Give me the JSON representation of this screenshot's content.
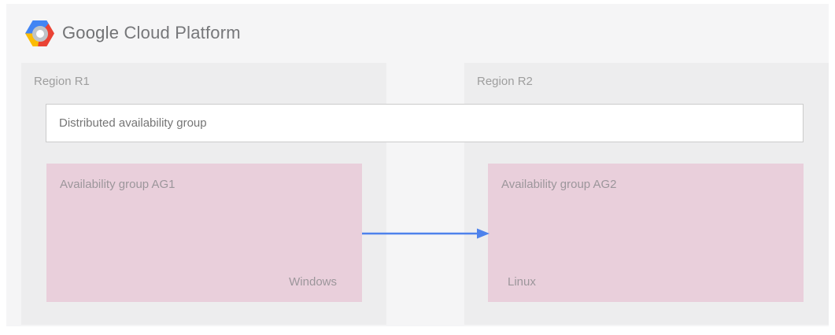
{
  "header": {
    "brand": "Google Cloud Platform",
    "brand_primary": "Google",
    "brand_secondary": "Cloud Platform"
  },
  "distributed_group": {
    "label": "Distributed availability group"
  },
  "regions": [
    {
      "label": "Region R1",
      "availability_group": {
        "label": "Availability group AG1",
        "platform": "Windows"
      }
    },
    {
      "label": "Region R2",
      "availability_group": {
        "label": "Availability group AG2",
        "platform": "Linux"
      }
    }
  ],
  "arrow": {
    "from": "Availability group AG1",
    "to": "Availability group AG2",
    "direction": "left-to-right",
    "color": "#4e82ec"
  },
  "icons": {
    "logo": "gcp-hexagon-logo"
  },
  "colors": {
    "canvas_bg": "#f5f5f6",
    "region_bg": "#ededee",
    "availability_group_bg": "#e9cfdb",
    "distributed_box_bg": "#ffffff",
    "distributed_box_border": "#cbcbcb",
    "label_gray": "#9e9e9e",
    "distributed_label_gray": "#757575",
    "logo_blue": "#4285f4",
    "logo_red": "#ea4335",
    "logo_yellow": "#fbbc05",
    "arrow_blue": "#4e82ec"
  }
}
